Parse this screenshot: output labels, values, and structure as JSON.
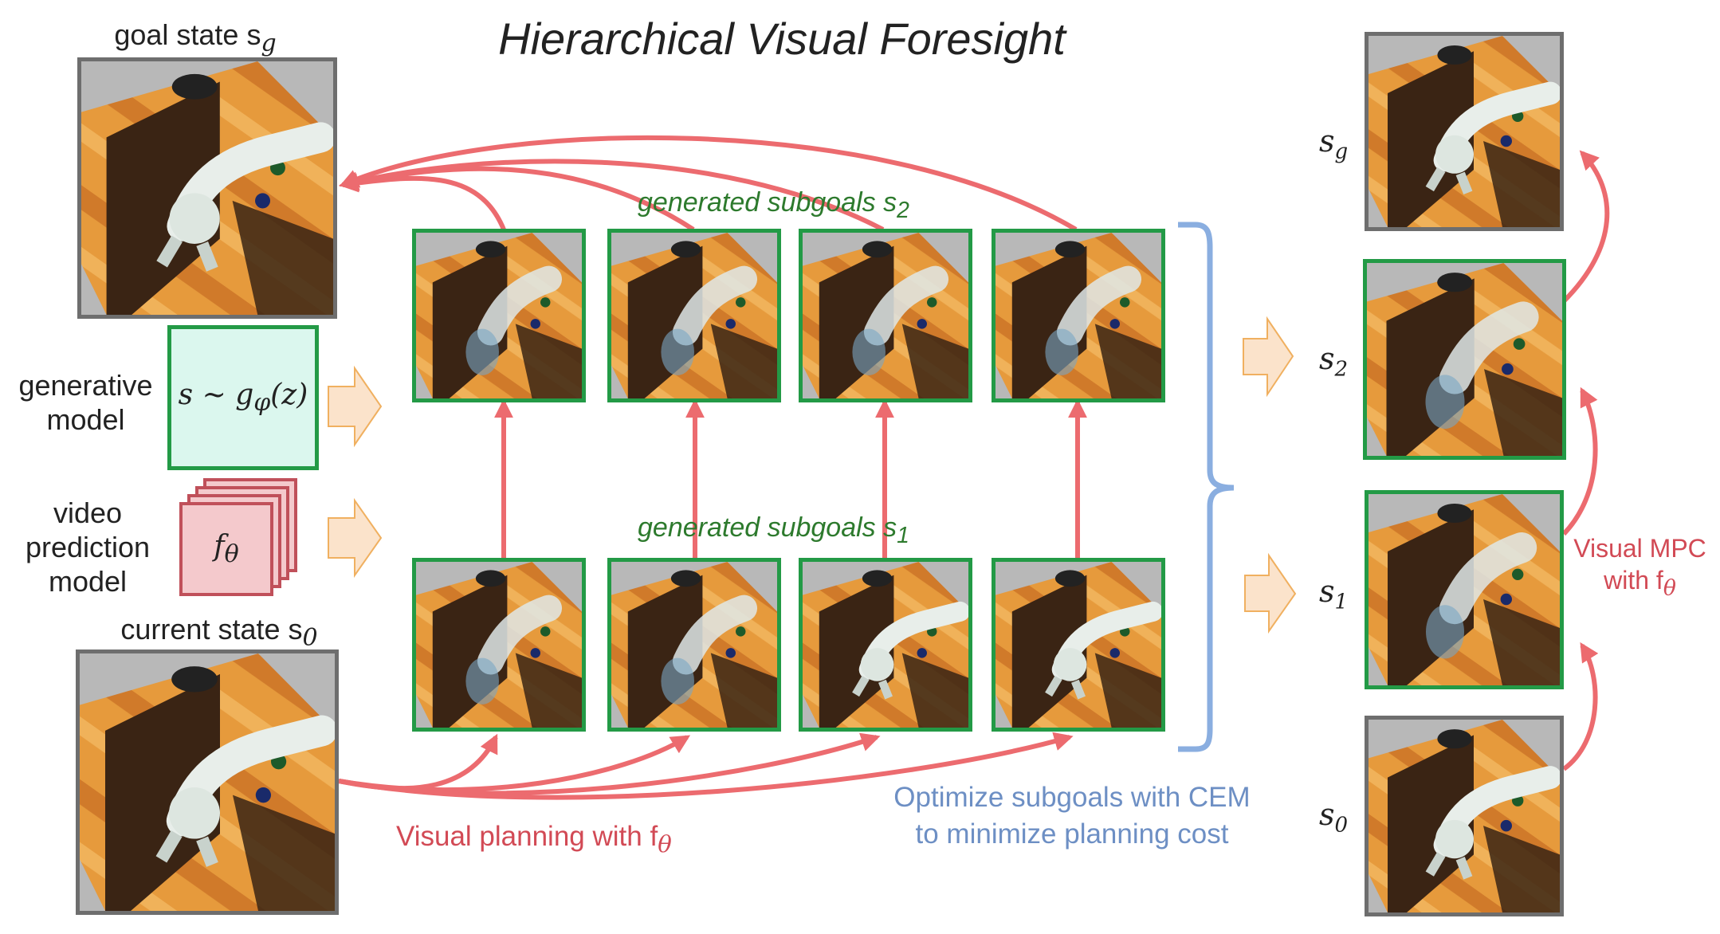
{
  "title": "Hierarchical Visual Foresight",
  "left": {
    "goal_state_label": "goal state s",
    "goal_state_sub": "g",
    "generative_model_label": "generative model",
    "generative_model_formula": "s ~ g",
    "generative_model_formula_sub": "φ",
    "generative_model_formula_tail": "(z)",
    "video_prediction_label": "video prediction model",
    "video_prediction_symbol": "f",
    "video_prediction_symbol_sub": "θ",
    "current_state_label": "current state s",
    "current_state_sub": "0"
  },
  "middle": {
    "subgoals_s2_label": "generated subgoals s",
    "subgoals_s2_sub": "2",
    "subgoals_s1_label": "generated subgoals s",
    "subgoals_s1_sub": "1",
    "visual_planning_label": "Visual planning with f",
    "visual_planning_sub": "θ",
    "optimize_line1": "Optimize subgoals with CEM",
    "optimize_line2": "to minimize planning cost"
  },
  "right": {
    "states": [
      {
        "name": "s",
        "sub": "g"
      },
      {
        "name": "s",
        "sub": "2"
      },
      {
        "name": "s",
        "sub": "1"
      },
      {
        "name": "s",
        "sub": "0"
      }
    ],
    "visual_mpc_line1": "Visual MPC",
    "visual_mpc_line2": "with f",
    "visual_mpc_sub": "θ"
  },
  "colors": {
    "arrow_red": "#ec6b6f",
    "frame_green": "#239a46",
    "frame_gray": "#6e6e6e",
    "bracket_blue": "#8aaee0",
    "block_arrow": "#fbe3cb"
  }
}
